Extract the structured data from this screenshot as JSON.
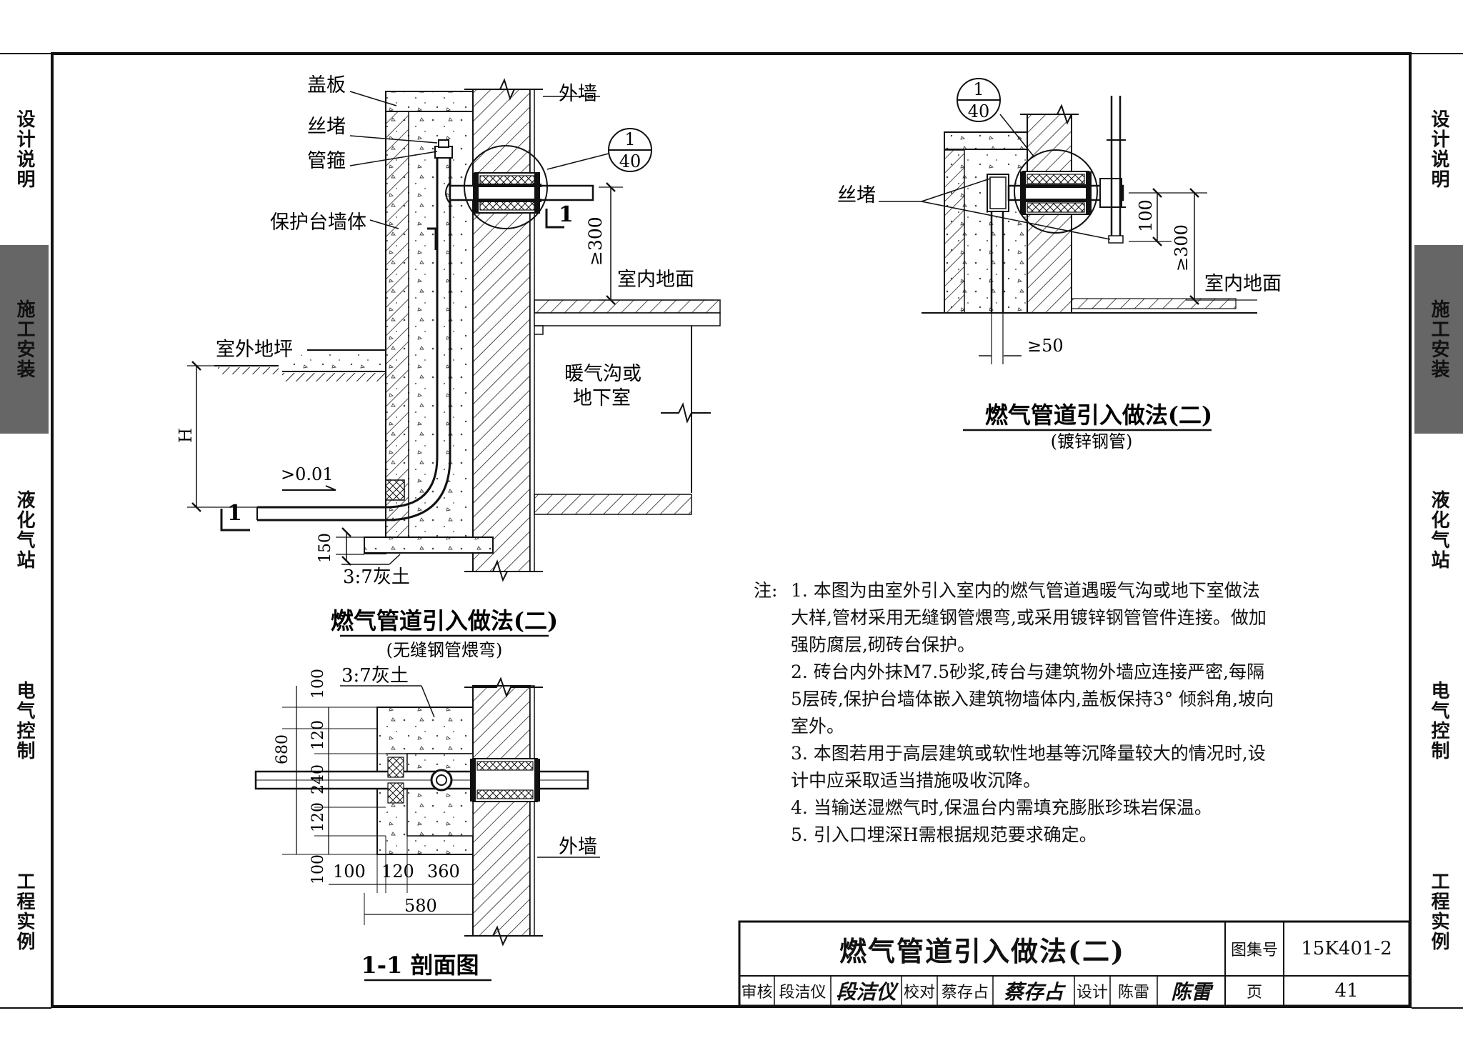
{
  "side_tabs": [
    {
      "label": "设计说明",
      "active": false
    },
    {
      "label": "施工安装",
      "active": true
    },
    {
      "label": "液化气站",
      "active": false
    },
    {
      "label": "电气控制",
      "active": false
    },
    {
      "label": "工程实例",
      "active": false
    }
  ],
  "left_detail": {
    "labels": {
      "cover": "盖板",
      "plug": "丝堵",
      "clamp": "管箍",
      "wall_body": "保护台墙体",
      "outer_wall": "外墙",
      "outdoor_ground": "室外地坪",
      "indoor_floor": "室内地面",
      "trench": "暖气沟或",
      "trench2": "地下室",
      "detail_num": "1",
      "detail_den": "40",
      "dim_300": "≥300",
      "slope": ">0.01",
      "depth": "H",
      "dim_150": "150",
      "soil": "3:7灰土",
      "section_mark": "1"
    },
    "title": "燃气管道引入做法(二)",
    "subtitle": "(无缝钢管煨弯)"
  },
  "right_detail": {
    "labels": {
      "plug": "丝堵",
      "detail_num": "1",
      "detail_den": "40",
      "dim_100": "100",
      "dim_300": "≥300",
      "indoor_floor": "室内地面",
      "dim_50": "≥50"
    },
    "title": "燃气管道引入做法(二)",
    "subtitle": "(镀锌钢管)"
  },
  "section": {
    "labels": {
      "soil": "3:7灰土",
      "outer_wall": "外墙",
      "v100a": "100",
      "v680": "680",
      "v120a": "120",
      "v240": "240",
      "v120b": "120",
      "v100b": "100",
      "h100": "100",
      "h120": "120",
      "h360": "360",
      "h580": "580"
    },
    "title": "1-1 剖面图"
  },
  "notes": {
    "label": "注:",
    "items": [
      "1. 本图为由室外引入室内的燃气管道遇暖气沟或地下室做法大样,管材采用无缝钢管煨弯,或采用镀锌钢管管件连接。做加强防腐层,砌砖台保护。",
      "2. 砖台内外抹M7.5砂浆,砖台与建筑物外墙应连接严密,每隔5层砖,保护台墙体嵌入建筑物墙体内,盖板保持3° 倾斜角,坡向室外。",
      "3. 本图若用于高层建筑或软性地基等沉降量较大的情况时,设计中应采取适当措施吸收沉降。",
      "4. 当输送湿燃气时,保温台内需填充膨胀珍珠岩保温。",
      "5. 引入口埋深H需根据规范要求确定。"
    ]
  },
  "title_block": {
    "title": "燃气管道引入做法(二)",
    "atlas_label": "图集号",
    "atlas_no": "15K401-2",
    "review_label": "审核",
    "reviewer": "段洁仪",
    "reviewer_sig": "段洁仪",
    "check_label": "校对",
    "checker": "蔡存占",
    "checker_sig": "蔡存占",
    "design_label": "设计",
    "designer": "陈雷",
    "designer_sig": "陈雷",
    "page_label": "页",
    "page_no": "41"
  }
}
